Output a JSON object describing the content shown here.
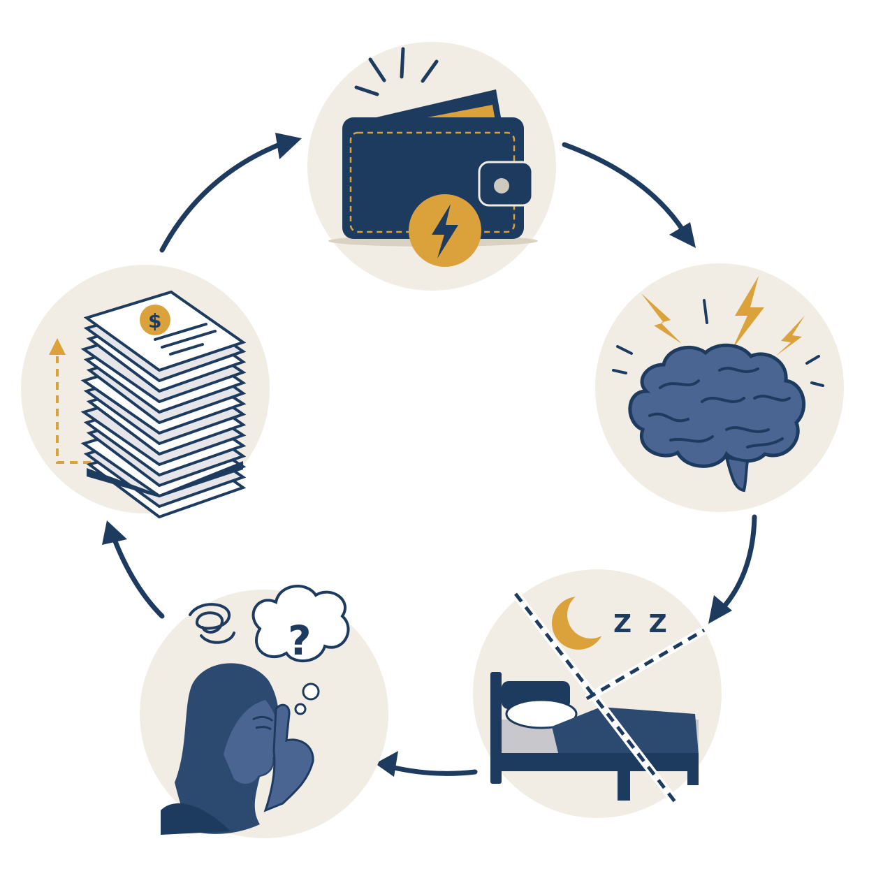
{
  "diagram": {
    "type": "cycle",
    "nodes": [
      {
        "id": "wallet",
        "icon": "wallet-icon",
        "symbol": ""
      },
      {
        "id": "brain",
        "icon": "brain-icon",
        "symbol": ""
      },
      {
        "id": "sleep",
        "icon": "bed-icon",
        "symbol": "Z Z"
      },
      {
        "id": "worry",
        "icon": "worried-person-icon",
        "symbol": "?"
      },
      {
        "id": "bills",
        "icon": "bill-stack-icon",
        "symbol": "$"
      }
    ],
    "edges": [
      {
        "from": "wallet",
        "to": "brain"
      },
      {
        "from": "brain",
        "to": "sleep"
      },
      {
        "from": "sleep",
        "to": "worry"
      },
      {
        "from": "worry",
        "to": "bills"
      },
      {
        "from": "bills",
        "to": "wallet"
      }
    ],
    "colors": {
      "navy": "#1d3a5f",
      "gold": "#dba23c",
      "circle": "#f2ede4",
      "paper": "#ffffff"
    }
  }
}
